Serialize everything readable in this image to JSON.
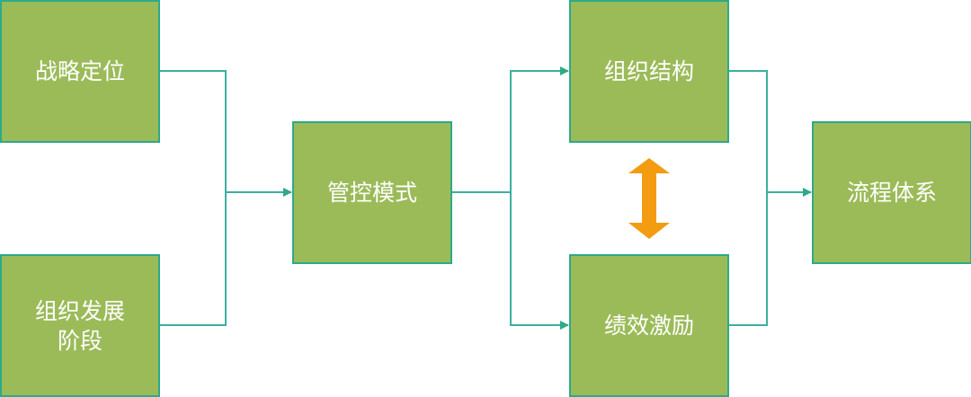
{
  "diagram": {
    "type": "flowchart",
    "colors": {
      "box_fill": "#9BBB59",
      "box_border": "#2EA98A",
      "connector": "#3AB09E",
      "double_arrow": "#F39C12",
      "text": "#FFFFFF"
    },
    "nodes": [
      {
        "id": "a",
        "label": "战略定位"
      },
      {
        "id": "b",
        "label": "组织发展\n阶段"
      },
      {
        "id": "c",
        "label": "管控模式"
      },
      {
        "id": "d",
        "label": "组织结构"
      },
      {
        "id": "e",
        "label": "绩效激励"
      },
      {
        "id": "f",
        "label": "流程体系"
      }
    ],
    "edges": [
      {
        "from": "a",
        "to": "c",
        "style": "merge-arrow"
      },
      {
        "from": "b",
        "to": "c",
        "style": "merge-arrow"
      },
      {
        "from": "c",
        "to": "d",
        "style": "split-arrow"
      },
      {
        "from": "c",
        "to": "e",
        "style": "split-arrow"
      },
      {
        "from": "d",
        "to": "f",
        "style": "merge-arrow"
      },
      {
        "from": "e",
        "to": "f",
        "style": "merge-arrow"
      },
      {
        "from": "d",
        "to": "e",
        "style": "bidirectional"
      }
    ]
  }
}
